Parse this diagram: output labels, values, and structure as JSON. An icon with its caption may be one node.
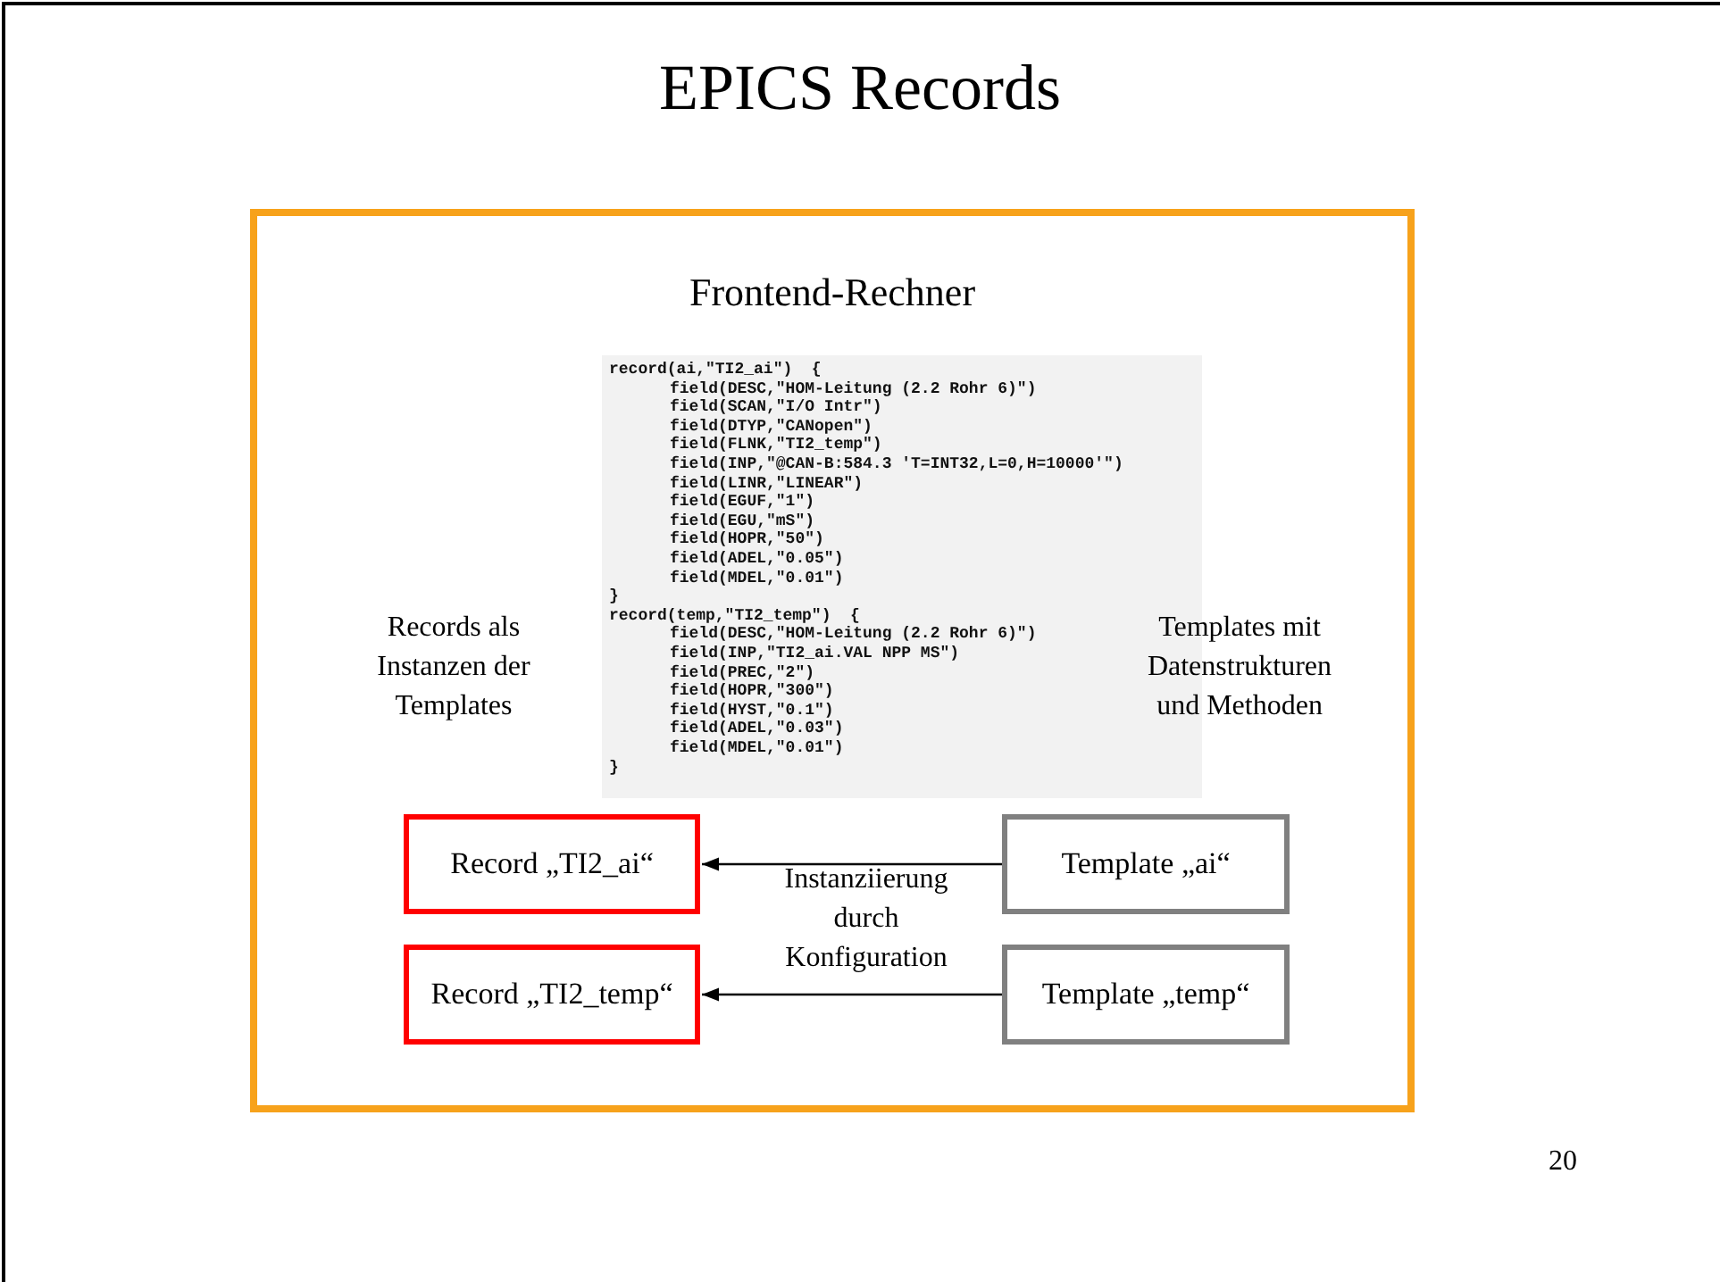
{
  "diagram": {
    "title": "EPICS Records",
    "nodes": [
      {
        "text": [
          "Frontend-Rechner"
        ]
      },
      {
        "text": [
          "Record „TI2_ai“"
        ],
        "in": 0
      },
      {
        "text": [
          "Template „ai“"
        ],
        "in": 0
      },
      {
        "text": [
          "Record „TI2_temp“"
        ],
        "in": 0
      },
      {
        "text": [
          "Template „temp“"
        ],
        "in": 0
      }
    ],
    "edges": [
      {
        "from": 2,
        "to": 1,
        "arrow": "to"
      },
      {
        "from": 4,
        "to": 3,
        "arrow": "to"
      }
    ],
    "labels": [
      "record(ai,\"TI2_ai\")  {",
      "field(DESC,\"HOM-Leitung (2.2 Rohr 6)\")",
      "field(SCAN,\"I/O Intr\")",
      "field(DTYP,\"CANopen\")",
      "field(FLNK,\"TI2_temp\")",
      "field(INP,\"@CAN-B:584.3 'T=INT32,L=0,H=10000'\")",
      "field(LINR,\"LINEAR\")",
      "field(EGUF,\"1\")",
      "field(EGU,\"mS\")",
      "field(HOPR,\"50\")",
      "field(ADEL,\"0.05\")",
      "field(MDEL,\"0.01\")",
      "}",
      "record(temp,\"TI2_temp\")  {",
      "field(DESC,\"HOM-Leitung (2.2 Rohr 6)\")",
      "field(INP,\"TI2_ai.VAL NPP MS\")",
      "field(PREC,\"2\")",
      "field(HOPR,\"300\")",
      "field(HYST,\"0.1\")",
      "field(ADEL,\"0.03\")",
      "field(MDEL,\"0.01\")",
      "}",
      "Records als Instanzen der Templates",
      "Templates mit Datenstrukturen und Methoden",
      "Instanziierung durch Konfiguration",
      "20"
    ]
  }
}
